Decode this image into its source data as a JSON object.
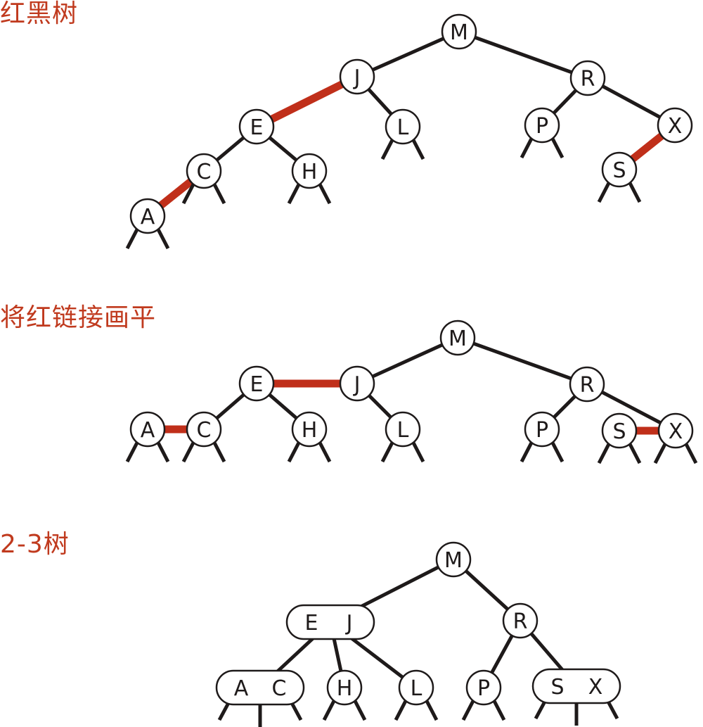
{
  "colors": {
    "red_link": "#c02f1a",
    "black_link": "#1e1a1a",
    "title": "#c03a1e",
    "node_fill": "#ffffff",
    "node_stroke": "#1e1a1a"
  },
  "titles": {
    "red_black_tree": "红黑树",
    "flattened": "将红链接画平",
    "two_three_tree": "2-3树"
  },
  "trees": {
    "red_black": {
      "nodes": [
        {
          "id": "M",
          "label": "M"
        },
        {
          "id": "J",
          "label": "J"
        },
        {
          "id": "R",
          "label": "R"
        },
        {
          "id": "E",
          "label": "E"
        },
        {
          "id": "L",
          "label": "L"
        },
        {
          "id": "P",
          "label": "P"
        },
        {
          "id": "X",
          "label": "X"
        },
        {
          "id": "C",
          "label": "C"
        },
        {
          "id": "H",
          "label": "H"
        },
        {
          "id": "S",
          "label": "S"
        },
        {
          "id": "A",
          "label": "A"
        }
      ],
      "red_links": [
        [
          "J",
          "E"
        ],
        [
          "C",
          "A"
        ],
        [
          "X",
          "S"
        ]
      ],
      "black_links": [
        [
          "M",
          "J"
        ],
        [
          "M",
          "R"
        ],
        [
          "J",
          "L"
        ],
        [
          "R",
          "P"
        ],
        [
          "R",
          "X"
        ],
        [
          "E",
          "C"
        ],
        [
          "E",
          "H"
        ]
      ]
    },
    "flattened": {
      "nodes": [
        {
          "id": "M",
          "label": "M"
        },
        {
          "id": "E",
          "label": "E"
        },
        {
          "id": "J",
          "label": "J"
        },
        {
          "id": "R",
          "label": "R"
        },
        {
          "id": "A",
          "label": "A"
        },
        {
          "id": "C",
          "label": "C"
        },
        {
          "id": "H",
          "label": "H"
        },
        {
          "id": "L",
          "label": "L"
        },
        {
          "id": "P",
          "label": "P"
        },
        {
          "id": "S",
          "label": "S"
        },
        {
          "id": "X",
          "label": "X"
        }
      ],
      "red_links": [
        [
          "E",
          "J"
        ],
        [
          "A",
          "C"
        ],
        [
          "S",
          "X"
        ]
      ],
      "black_links": [
        [
          "M",
          "J"
        ],
        [
          "M",
          "R"
        ],
        [
          "J",
          "L"
        ],
        [
          "R",
          "P"
        ],
        [
          "R",
          "X"
        ],
        [
          "E",
          "C"
        ],
        [
          "E",
          "H"
        ]
      ]
    },
    "two_three": {
      "nodes": [
        {
          "id": "M",
          "keys": [
            "M"
          ]
        },
        {
          "id": "EJ",
          "keys": [
            "E",
            "J"
          ]
        },
        {
          "id": "R",
          "keys": [
            "R"
          ]
        },
        {
          "id": "AC",
          "keys": [
            "A",
            "C"
          ]
        },
        {
          "id": "H",
          "keys": [
            "H"
          ]
        },
        {
          "id": "L",
          "keys": [
            "L"
          ]
        },
        {
          "id": "P",
          "keys": [
            "P"
          ]
        },
        {
          "id": "SX",
          "keys": [
            "S",
            "X"
          ]
        }
      ],
      "links": [
        [
          "M",
          "EJ"
        ],
        [
          "M",
          "R"
        ],
        [
          "EJ",
          "AC"
        ],
        [
          "EJ",
          "H"
        ],
        [
          "EJ",
          "L"
        ],
        [
          "R",
          "P"
        ],
        [
          "R",
          "SX"
        ]
      ]
    }
  }
}
